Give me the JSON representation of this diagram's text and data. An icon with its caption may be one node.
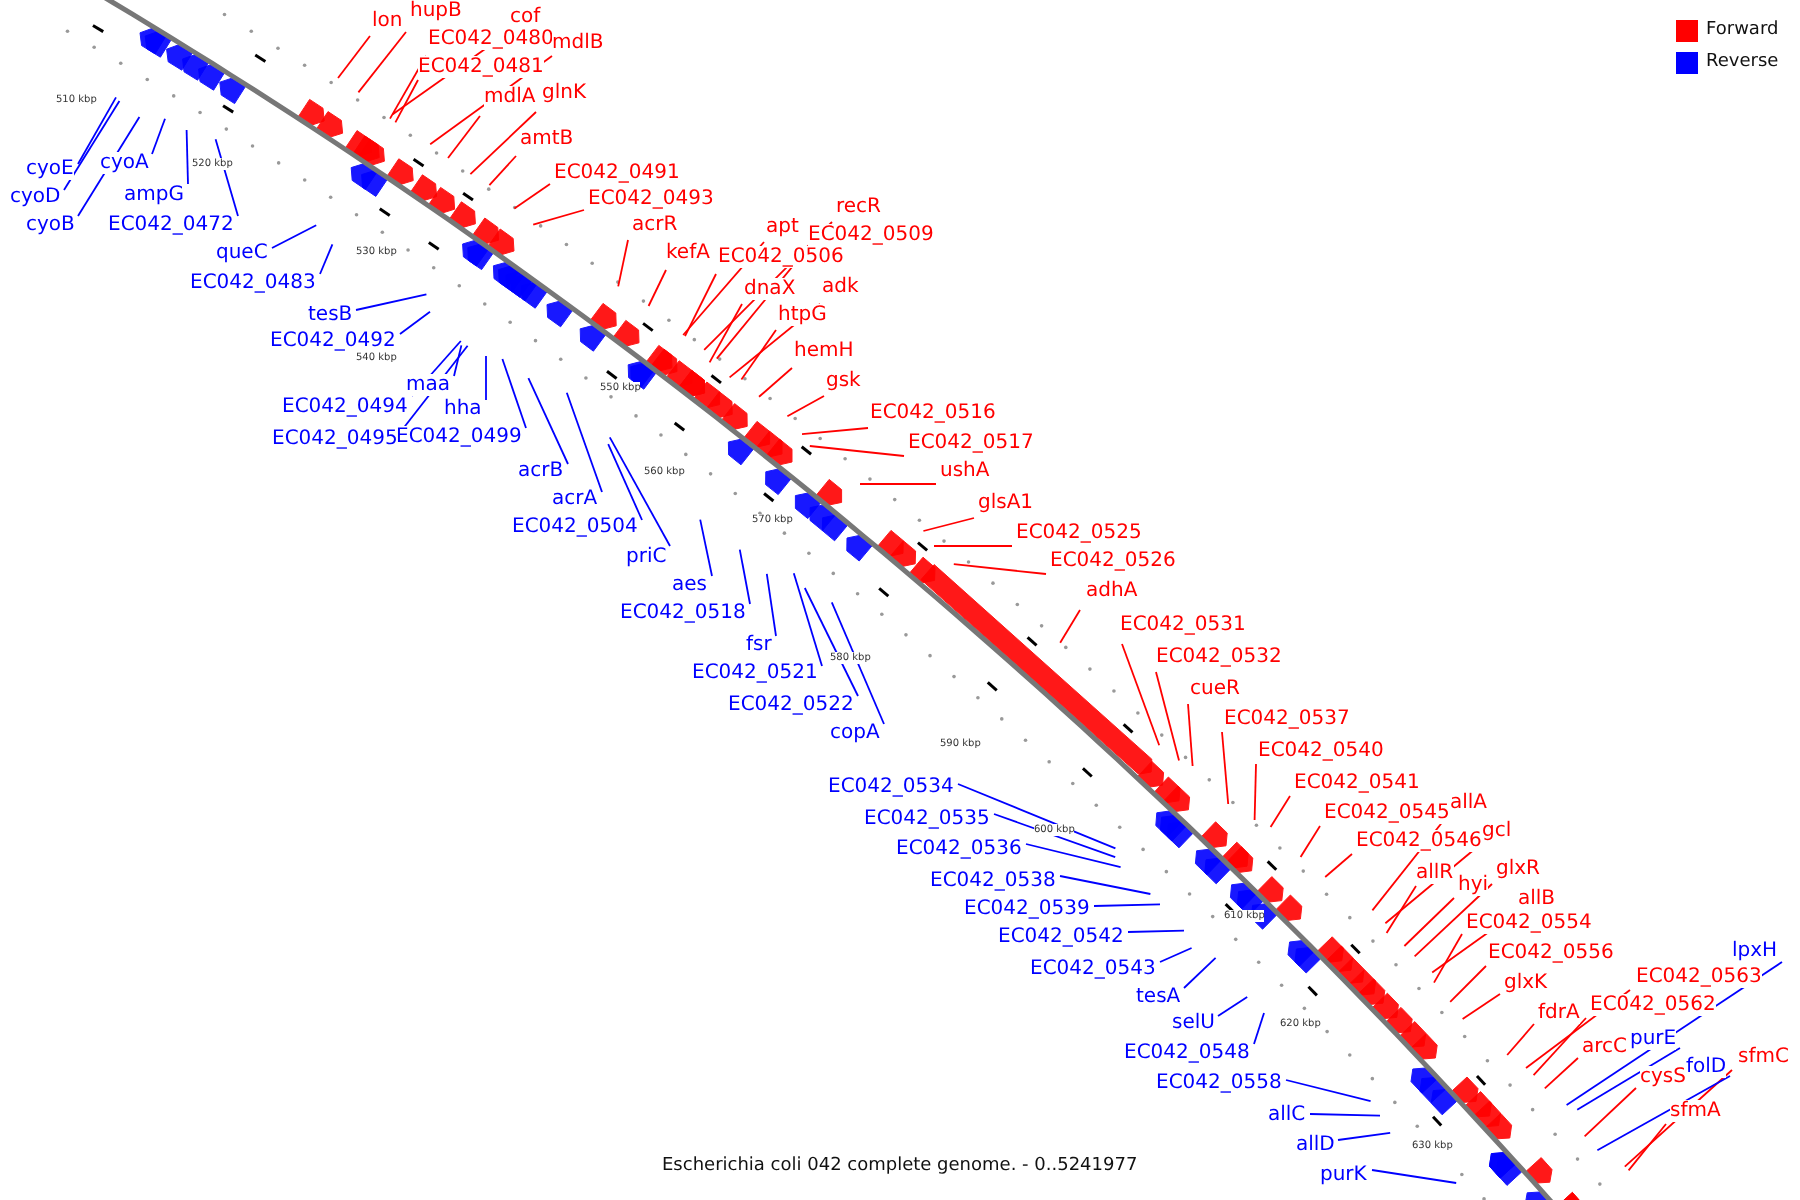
{
  "diagram": {
    "caption": "Escherichia coli 042 complete genome. - 0..5241977",
    "nodes": [
      {
        "text": [
          "lon"
        ]
      },
      {
        "text": [
          "hupB"
        ]
      },
      {
        "text": [
          "cof"
        ]
      },
      {
        "text": [
          "EC042_0480"
        ]
      },
      {
        "text": [
          "mdlB"
        ]
      },
      {
        "text": [
          "EC042_0481"
        ]
      },
      {
        "text": [
          "mdlA"
        ]
      },
      {
        "text": [
          "glnK"
        ]
      },
      {
        "text": [
          "amtB"
        ]
      },
      {
        "text": [
          "EC042_0491"
        ]
      },
      {
        "text": [
          "EC042_0493"
        ]
      },
      {
        "text": [
          "acrR"
        ]
      },
      {
        "text": [
          "kefA"
        ]
      },
      {
        "text": [
          "apt"
        ]
      },
      {
        "text": [
          "EC042_0506"
        ]
      },
      {
        "text": [
          "recR"
        ]
      },
      {
        "text": [
          "EC042_0509"
        ]
      },
      {
        "text": [
          "dnaX"
        ]
      },
      {
        "text": [
          "adk"
        ]
      },
      {
        "text": [
          "htpG"
        ]
      },
      {
        "text": [
          "hemH"
        ]
      },
      {
        "text": [
          "gsk"
        ]
      },
      {
        "text": [
          "EC042_0516"
        ]
      },
      {
        "text": [
          "EC042_0517"
        ]
      },
      {
        "text": [
          "ushA"
        ]
      },
      {
        "text": [
          "glsA1"
        ]
      },
      {
        "text": [
          "EC042_0525"
        ]
      },
      {
        "text": [
          "EC042_0526"
        ]
      },
      {
        "text": [
          "adhA"
        ]
      },
      {
        "text": [
          "EC042_0531"
        ]
      },
      {
        "text": [
          "EC042_0532"
        ]
      },
      {
        "text": [
          "cueR"
        ]
      },
      {
        "text": [
          "EC042_0537"
        ]
      },
      {
        "text": [
          "EC042_0540"
        ]
      },
      {
        "text": [
          "EC042_0541"
        ]
      },
      {
        "text": [
          "EC042_0545"
        ]
      },
      {
        "text": [
          "allA"
        ]
      },
      {
        "text": [
          "EC042_0546"
        ]
      },
      {
        "text": [
          "gcl"
        ]
      },
      {
        "text": [
          "allR"
        ]
      },
      {
        "text": [
          "hyi"
        ]
      },
      {
        "text": [
          "glxR"
        ]
      },
      {
        "text": [
          "allB"
        ]
      },
      {
        "text": [
          "EC042_0554"
        ]
      },
      {
        "text": [
          "EC042_0556"
        ]
      },
      {
        "text": [
          "glxK"
        ]
      },
      {
        "text": [
          "fdrA"
        ]
      },
      {
        "text": [
          "EC042_0563"
        ]
      },
      {
        "text": [
          "EC042_0562"
        ]
      },
      {
        "text": [
          "arcC"
        ]
      },
      {
        "text": [
          "cysS"
        ]
      },
      {
        "text": [
          "sfmC"
        ]
      },
      {
        "text": [
          "sfmA"
        ]
      },
      {
        "text": [
          "cyoE"
        ]
      },
      {
        "text": [
          "cyoD"
        ]
      },
      {
        "text": [
          "cyoB"
        ]
      },
      {
        "text": [
          "cyoA"
        ]
      },
      {
        "text": [
          "ampG"
        ]
      },
      {
        "text": [
          "EC042_0472"
        ]
      },
      {
        "text": [
          "queC"
        ]
      },
      {
        "text": [
          "EC042_0483"
        ]
      },
      {
        "text": [
          "tesB"
        ]
      },
      {
        "text": [
          "EC042_0492"
        ]
      },
      {
        "text": [
          "maa"
        ]
      },
      {
        "text": [
          "EC042_0494"
        ]
      },
      {
        "text": [
          "hha"
        ]
      },
      {
        "text": [
          "EC042_0495"
        ]
      },
      {
        "text": [
          "EC042_0499"
        ]
      },
      {
        "text": [
          "acrB"
        ]
      },
      {
        "text": [
          "acrA"
        ]
      },
      {
        "text": [
          "EC042_0504"
        ]
      },
      {
        "text": [
          "priC"
        ]
      },
      {
        "text": [
          "aes"
        ]
      },
      {
        "text": [
          "EC042_0518"
        ]
      },
      {
        "text": [
          "fsr"
        ]
      },
      {
        "text": [
          "EC042_0521"
        ]
      },
      {
        "text": [
          "EC042_0522"
        ]
      },
      {
        "text": [
          "copA"
        ]
      },
      {
        "text": [
          "EC042_0534"
        ]
      },
      {
        "text": [
          "EC042_0535"
        ]
      },
      {
        "text": [
          "EC042_0536"
        ]
      },
      {
        "text": [
          "EC042_0538"
        ]
      },
      {
        "text": [
          "EC042_0539"
        ]
      },
      {
        "text": [
          "EC042_0542"
        ]
      },
      {
        "text": [
          "EC042_0543"
        ]
      },
      {
        "text": [
          "tesA"
        ]
      },
      {
        "text": [
          "selU"
        ]
      },
      {
        "text": [
          "EC042_0548"
        ]
      },
      {
        "text": [
          "EC042_0558"
        ]
      },
      {
        "text": [
          "allC"
        ]
      },
      {
        "text": [
          "allD"
        ]
      },
      {
        "text": [
          "purK"
        ]
      },
      {
        "text": [
          "lpxH"
        ]
      },
      {
        "text": [
          "purE"
        ]
      },
      {
        "text": [
          "folD"
        ]
      }
    ],
    "edges": [
      {
        "from": 0,
        "to": null,
        "arrow": "none"
      },
      {
        "from": 1,
        "to": null,
        "arrow": "none"
      },
      {
        "from": 2,
        "to": null,
        "arrow": "none"
      },
      {
        "from": 3,
        "to": null,
        "arrow": "none"
      },
      {
        "from": 4,
        "to": null,
        "arrow": "none"
      },
      {
        "from": 5,
        "to": null,
        "arrow": "none"
      },
      {
        "from": 6,
        "to": null,
        "arrow": "none"
      },
      {
        "from": 7,
        "to": null,
        "arrow": "none"
      },
      {
        "from": 8,
        "to": null,
        "arrow": "none"
      },
      {
        "from": 9,
        "to": null,
        "arrow": "none"
      },
      {
        "from": 10,
        "to": null,
        "arrow": "none"
      },
      {
        "from": 11,
        "to": null,
        "arrow": "none"
      },
      {
        "from": 12,
        "to": null,
        "arrow": "none"
      },
      {
        "from": 13,
        "to": null,
        "arrow": "none"
      },
      {
        "from": 14,
        "to": null,
        "arrow": "none"
      },
      {
        "from": 15,
        "to": null,
        "arrow": "none"
      },
      {
        "from": 16,
        "to": null,
        "arrow": "none"
      },
      {
        "from": 17,
        "to": null,
        "arrow": "none"
      },
      {
        "from": 18,
        "to": null,
        "arrow": "none"
      },
      {
        "from": 19,
        "to": null,
        "arrow": "none"
      },
      {
        "from": 20,
        "to": null,
        "arrow": "none"
      },
      {
        "from": 21,
        "to": null,
        "arrow": "none"
      },
      {
        "from": 22,
        "to": null,
        "arrow": "none"
      },
      {
        "from": 23,
        "to": null,
        "arrow": "none"
      },
      {
        "from": 24,
        "to": null,
        "arrow": "none"
      },
      {
        "from": 25,
        "to": null,
        "arrow": "none"
      },
      {
        "from": 26,
        "to": null,
        "arrow": "none"
      },
      {
        "from": 27,
        "to": null,
        "arrow": "none"
      },
      {
        "from": 28,
        "to": null,
        "arrow": "none"
      },
      {
        "from": 29,
        "to": null,
        "arrow": "none"
      },
      {
        "from": 30,
        "to": null,
        "arrow": "none"
      },
      {
        "from": 31,
        "to": null,
        "arrow": "none"
      },
      {
        "from": 32,
        "to": null,
        "arrow": "none"
      },
      {
        "from": 33,
        "to": null,
        "arrow": "none"
      },
      {
        "from": 34,
        "to": null,
        "arrow": "none"
      },
      {
        "from": 35,
        "to": null,
        "arrow": "none"
      },
      {
        "from": 36,
        "to": null,
        "arrow": "none"
      },
      {
        "from": 37,
        "to": null,
        "arrow": "none"
      },
      {
        "from": 38,
        "to": null,
        "arrow": "none"
      },
      {
        "from": 39,
        "to": null,
        "arrow": "none"
      },
      {
        "from": 40,
        "to": null,
        "arrow": "none"
      },
      {
        "from": 41,
        "to": null,
        "arrow": "none"
      },
      {
        "from": 42,
        "to": null,
        "arrow": "none"
      },
      {
        "from": 43,
        "to": null,
        "arrow": "none"
      },
      {
        "from": 44,
        "to": null,
        "arrow": "none"
      },
      {
        "from": 45,
        "to": null,
        "arrow": "none"
      },
      {
        "from": 46,
        "to": null,
        "arrow": "none"
      },
      {
        "from": 47,
        "to": null,
        "arrow": "none"
      },
      {
        "from": 48,
        "to": null,
        "arrow": "none"
      },
      {
        "from": 49,
        "to": null,
        "arrow": "none"
      },
      {
        "from": 50,
        "to": null,
        "arrow": "none"
      },
      {
        "from": 51,
        "to": null,
        "arrow": "none"
      },
      {
        "from": 52,
        "to": null,
        "arrow": "none"
      },
      {
        "from": 53,
        "to": null,
        "arrow": "none",
        "color": "#0000ff"
      },
      {
        "from": 54,
        "to": null,
        "arrow": "none",
        "color": "#0000ff"
      },
      {
        "from": 55,
        "to": null,
        "arrow": "none",
        "color": "#0000ff"
      },
      {
        "from": 56,
        "to": null,
        "arrow": "none",
        "color": "#0000ff"
      },
      {
        "from": 57,
        "to": null,
        "arrow": "none",
        "color": "#0000ff"
      },
      {
        "from": 58,
        "to": null,
        "arrow": "none",
        "color": "#0000ff"
      },
      {
        "from": 59,
        "to": null,
        "arrow": "none",
        "color": "#0000ff"
      },
      {
        "from": 60,
        "to": null,
        "arrow": "none",
        "color": "#0000ff"
      },
      {
        "from": 61,
        "to": null,
        "arrow": "none",
        "color": "#0000ff"
      },
      {
        "from": 62,
        "to": null,
        "arrow": "none",
        "color": "#0000ff"
      },
      {
        "from": 63,
        "to": null,
        "arrow": "none",
        "color": "#0000ff"
      },
      {
        "from": 64,
        "to": null,
        "arrow": "none",
        "color": "#0000ff"
      },
      {
        "from": 65,
        "to": null,
        "arrow": "none",
        "color": "#0000ff"
      },
      {
        "from": 66,
        "to": null,
        "arrow": "none",
        "color": "#0000ff"
      },
      {
        "from": 67,
        "to": null,
        "arrow": "none",
        "color": "#0000ff"
      },
      {
        "from": 68,
        "to": null,
        "arrow": "none",
        "color": "#0000ff"
      },
      {
        "from": 69,
        "to": null,
        "arrow": "none",
        "color": "#0000ff"
      },
      {
        "from": 70,
        "to": null,
        "arrow": "none",
        "color": "#0000ff"
      },
      {
        "from": 71,
        "to": null,
        "arrow": "none",
        "color": "#0000ff"
      },
      {
        "from": 72,
        "to": null,
        "arrow": "none",
        "color": "#0000ff"
      },
      {
        "from": 73,
        "to": null,
        "arrow": "none",
        "color": "#0000ff"
      },
      {
        "from": 74,
        "to": null,
        "arrow": "none",
        "color": "#0000ff"
      },
      {
        "from": 75,
        "to": null,
        "arrow": "none",
        "color": "#0000ff"
      },
      {
        "from": 76,
        "to": null,
        "arrow": "none",
        "color": "#0000ff"
      },
      {
        "from": 77,
        "to": null,
        "arrow": "none",
        "color": "#0000ff"
      },
      {
        "from": 78,
        "to": null,
        "arrow": "none",
        "color": "#0000ff"
      },
      {
        "from": 79,
        "to": null,
        "arrow": "none",
        "color": "#0000ff"
      },
      {
        "from": 80,
        "to": null,
        "arrow": "none",
        "color": "#0000ff"
      },
      {
        "from": 81,
        "to": null,
        "arrow": "none",
        "color": "#0000ff"
      },
      {
        "from": 82,
        "to": null,
        "arrow": "none",
        "color": "#0000ff"
      },
      {
        "from": 83,
        "to": null,
        "arrow": "none",
        "color": "#0000ff"
      },
      {
        "from": 84,
        "to": null,
        "arrow": "none",
        "color": "#0000ff"
      },
      {
        "from": 85,
        "to": null,
        "arrow": "none",
        "color": "#0000ff"
      },
      {
        "from": 86,
        "to": null,
        "arrow": "none",
        "color": "#0000ff"
      },
      {
        "from": 87,
        "to": null,
        "arrow": "none",
        "color": "#0000ff"
      },
      {
        "from": 88,
        "to": null,
        "arrow": "none",
        "color": "#0000ff"
      },
      {
        "from": 89,
        "to": null,
        "arrow": "none",
        "color": "#0000ff"
      },
      {
        "from": 90,
        "to": null,
        "arrow": "none",
        "color": "#0000ff"
      },
      {
        "from": 91,
        "to": null,
        "arrow": "none",
        "color": "#0000ff"
      },
      {
        "from": 92,
        "to": null,
        "arrow": "none",
        "color": "#0000ff"
      },
      {
        "from": 93,
        "to": null,
        "arrow": "none",
        "color": "#0000ff"
      },
      {
        "from": 94,
        "to": null,
        "arrow": "none",
        "color": "#0000ff"
      }
    ],
    "labels": [
      "510 kbp",
      "520 kbp",
      "530 kbp",
      "540 kbp",
      "550 kbp",
      "560 kbp",
      "570 kbp",
      "580 kbp",
      "590 kbp",
      "600 kbp",
      "610 kbp",
      "620 kbp",
      "630 kbp"
    ],
    "legend": [
      {
        "text": "Forward",
        "color": "#ff0000"
      },
      {
        "text": "Reverse",
        "color": "#0000ff"
      }
    ]
  }
}
